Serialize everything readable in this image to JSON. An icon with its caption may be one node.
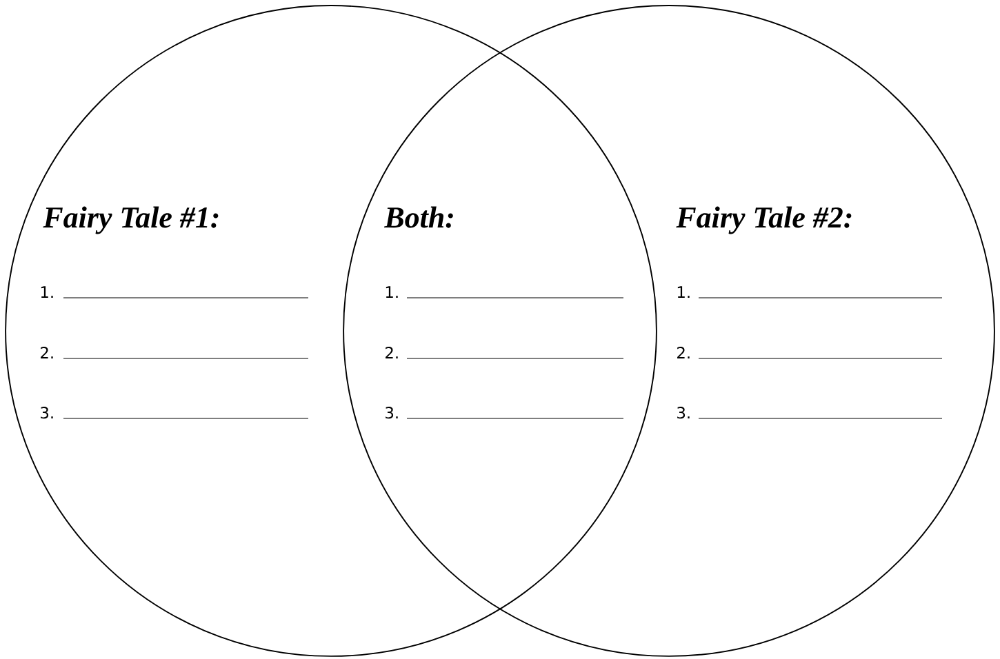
{
  "diagram": {
    "nodes": [
      {
        "text": [
          "Fairy Tale #1:"
        ]
      },
      {
        "text": [
          "Fairy Tale #2:"
        ]
      }
    ],
    "labels": [
      "Both:",
      "1.",
      "1.",
      "1.",
      "2.",
      "2.",
      "2.",
      "3.",
      "3.",
      "3."
    ]
  }
}
